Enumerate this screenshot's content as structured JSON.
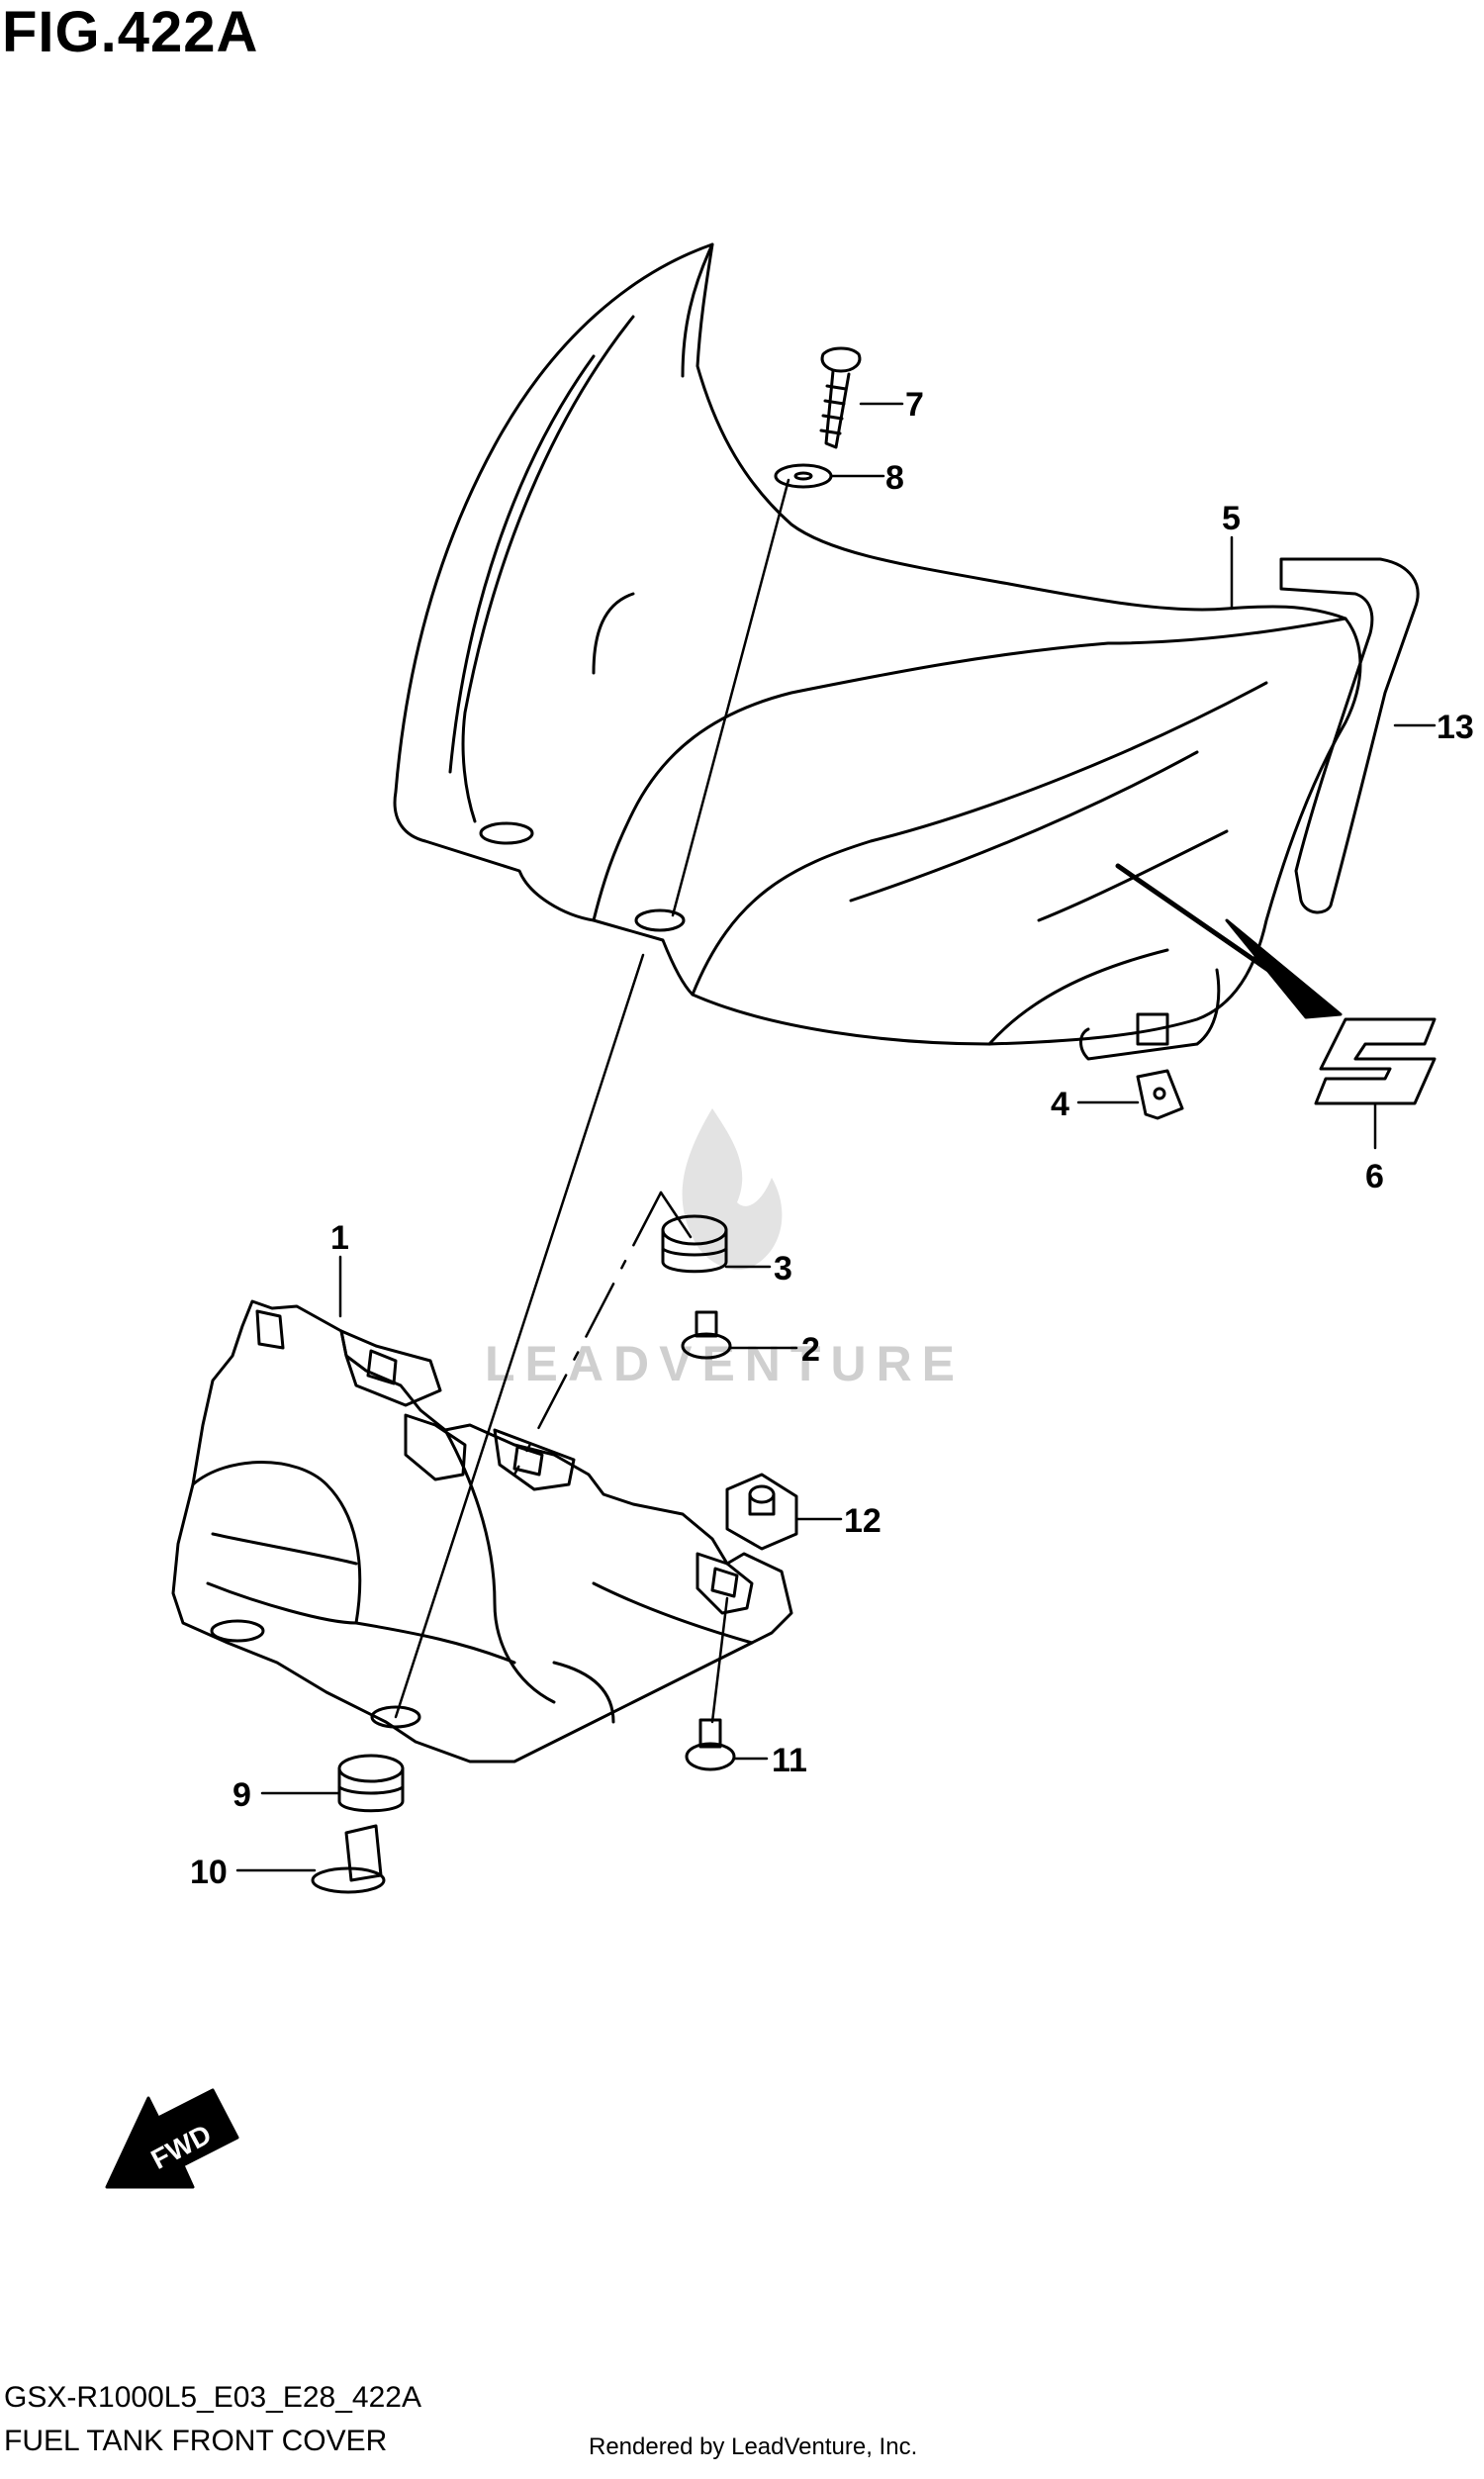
{
  "figure": {
    "title": "FIG.422A"
  },
  "callouts": [
    "1",
    "2",
    "3",
    "4",
    "5",
    "6",
    "7",
    "8",
    "9",
    "10",
    "11",
    "12",
    "13"
  ],
  "watermark": {
    "text": "LEADVENTURE"
  },
  "fwd_arrow": {
    "label": "FWD"
  },
  "footer": {
    "model_code": "GSX-R1000L5_E03_E28_422A",
    "section_name": "FUEL TANK FRONT COVER",
    "rendered_by": "Rendered by LeadVenture, Inc."
  }
}
